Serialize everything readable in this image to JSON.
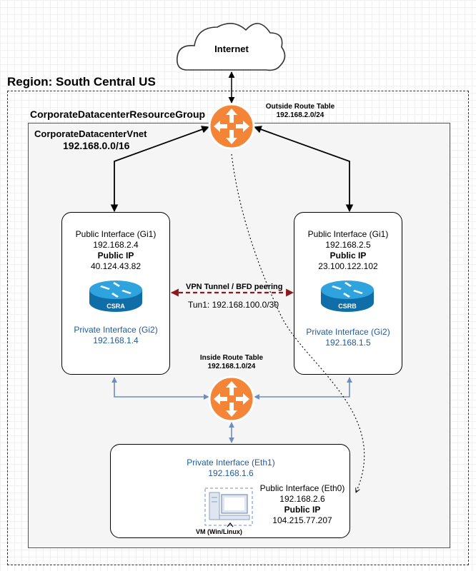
{
  "internet": {
    "label": "Internet"
  },
  "region": {
    "title": "Region: South Central US"
  },
  "resource_group": {
    "title": "CorporateDatacenterResourceGroup"
  },
  "vnet": {
    "title": "CorporateDatacenterVnet",
    "cidr": "192.168.0.0/16"
  },
  "outside_route_table": {
    "title": "Outside Route Table",
    "cidr": "192.168.2.0/24"
  },
  "inside_route_table": {
    "title": "Inside Route Table",
    "cidr": "192.168.1.0/24"
  },
  "csra": {
    "public_interface": "Public Interface (Gi1)",
    "public_address": "192.168.2.4",
    "public_ip_label": "Public IP",
    "public_ip": "40.124.43.82",
    "device_label": "CSRA",
    "private_interface": "Private Interface (Gi2)",
    "private_address": "192.168.1.4"
  },
  "csrb": {
    "public_interface": "Public Interface (Gi1)",
    "public_address": "192.168.2.5",
    "public_ip_label": "Public IP",
    "public_ip": "23.100.122.102",
    "device_label": "CSRB",
    "private_interface": "Private Interface (Gi2)",
    "private_address": "192.168.1.5"
  },
  "tunnel": {
    "title": "VPN Tunnel / BFD peering",
    "subnet": "Tun1: 192.168.100.0/30"
  },
  "vm": {
    "private_interface": "Private Interface (Eth1)",
    "private_address": "192.168.1.6",
    "public_interface": "Public Interface (Eth0)",
    "public_address": "192.168.2.6",
    "public_ip_label": "Public IP",
    "public_ip": "104.215.77.207",
    "label": "VM (Win/Linux)"
  },
  "colors": {
    "router_orange": "#f58536",
    "cisco_blue": "#1d8dcf",
    "link_blue": "#6c8ebf",
    "tunnel_red": "#8b1a1a",
    "private_text": "#1f5b9b"
  },
  "icons": [
    "cloud-icon",
    "outside-router-icon",
    "inside-router-icon",
    "csra-router-icon",
    "csrb-router-icon",
    "vm-monitor-icon"
  ]
}
